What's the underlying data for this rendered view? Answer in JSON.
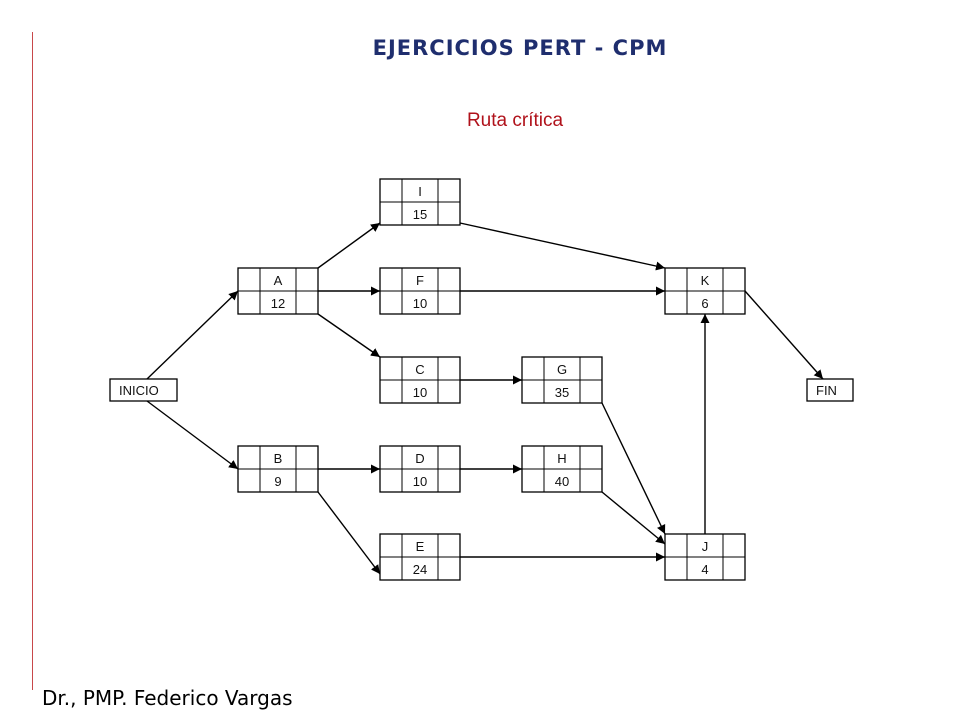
{
  "header": {
    "title": "EJERCICIOS PERT - CPM",
    "subtitle": "Ruta crítica"
  },
  "footer": {
    "author": "Dr., PMP. Federico Vargas"
  },
  "colors": {
    "title": "#1f2e6e",
    "subtitle": "#b0121b",
    "rule": "#c8484a",
    "lines": "#000000"
  },
  "diagram": {
    "start": "INICIO",
    "end": "FIN",
    "activities": [
      {
        "id": "A",
        "duration": "12"
      },
      {
        "id": "B",
        "duration": "9"
      },
      {
        "id": "I",
        "duration": "15"
      },
      {
        "id": "F",
        "duration": "10"
      },
      {
        "id": "C",
        "duration": "10"
      },
      {
        "id": "D",
        "duration": "10"
      },
      {
        "id": "E",
        "duration": "24"
      },
      {
        "id": "G",
        "duration": "35"
      },
      {
        "id": "H",
        "duration": "40"
      },
      {
        "id": "K",
        "duration": "6"
      },
      {
        "id": "J",
        "duration": "4"
      }
    ],
    "edges": [
      [
        "INICIO",
        "A"
      ],
      [
        "INICIO",
        "B"
      ],
      [
        "A",
        "I"
      ],
      [
        "A",
        "F"
      ],
      [
        "A",
        "C"
      ],
      [
        "B",
        "D"
      ],
      [
        "B",
        "E"
      ],
      [
        "I",
        "K"
      ],
      [
        "F",
        "K"
      ],
      [
        "C",
        "G"
      ],
      [
        "D",
        "H"
      ],
      [
        "G",
        "J"
      ],
      [
        "H",
        "J"
      ],
      [
        "E",
        "J"
      ],
      [
        "J",
        "K"
      ],
      [
        "K",
        "FIN"
      ]
    ]
  }
}
